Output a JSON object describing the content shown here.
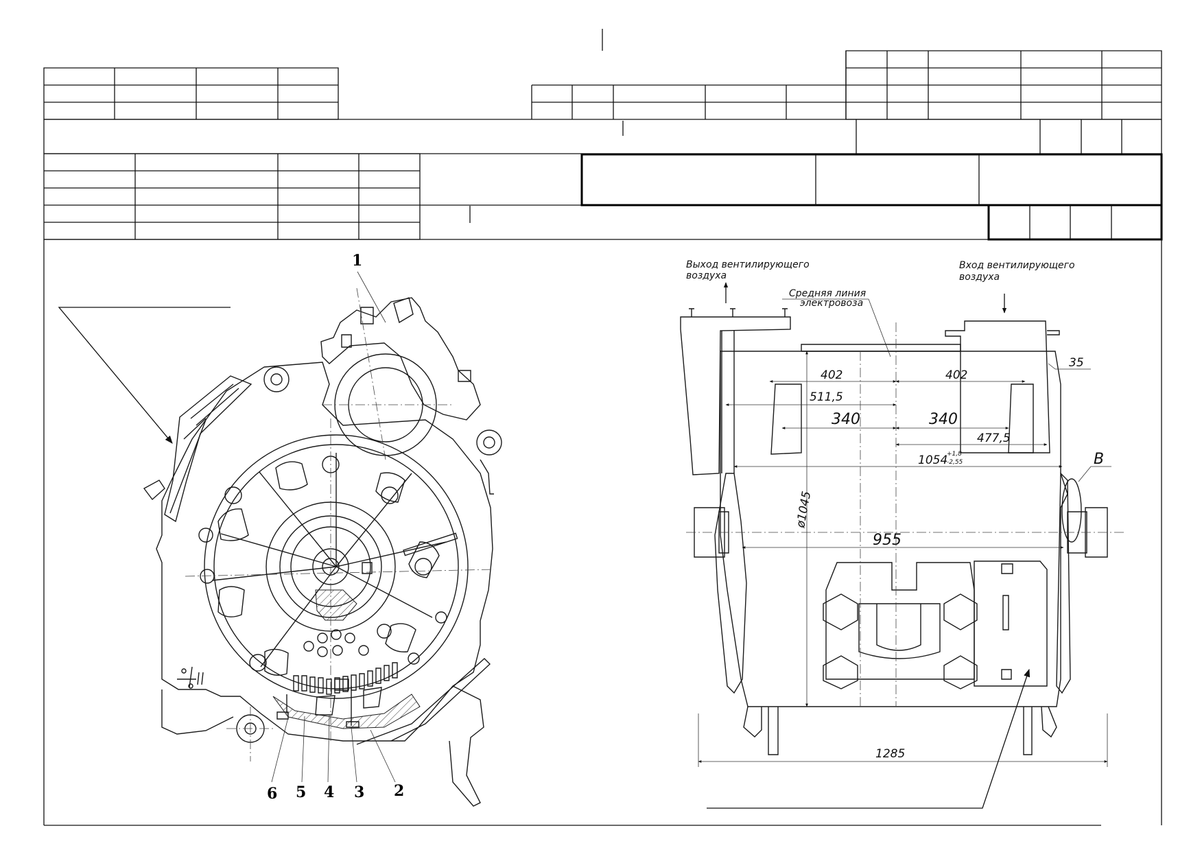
{
  "side_view": {
    "position_labels": [
      "1",
      "2",
      "3",
      "4",
      "5",
      "6"
    ]
  },
  "front_view": {
    "notes": {
      "air_outlet": [
        "Выход вентилирующего",
        "воздуха"
      ],
      "air_inlet": [
        "Вход вентилирующего",
        "воздуха"
      ],
      "centerline": [
        "Средняя линия",
        "электровоза"
      ]
    },
    "dimensions": {
      "d402_left": "402",
      "d402_right": "402",
      "d35": "35",
      "d511_5": "511,5",
      "d340_left": "340",
      "d340_right": "340",
      "d477_5": "477,5",
      "d1054": "1054",
      "d1054_tol_upper": "+1,8",
      "d1054_tol_lower": "-2,55",
      "d1045": "ø1045",
      "d955": "955",
      "d1285": "1285"
    },
    "view_label": "В"
  }
}
